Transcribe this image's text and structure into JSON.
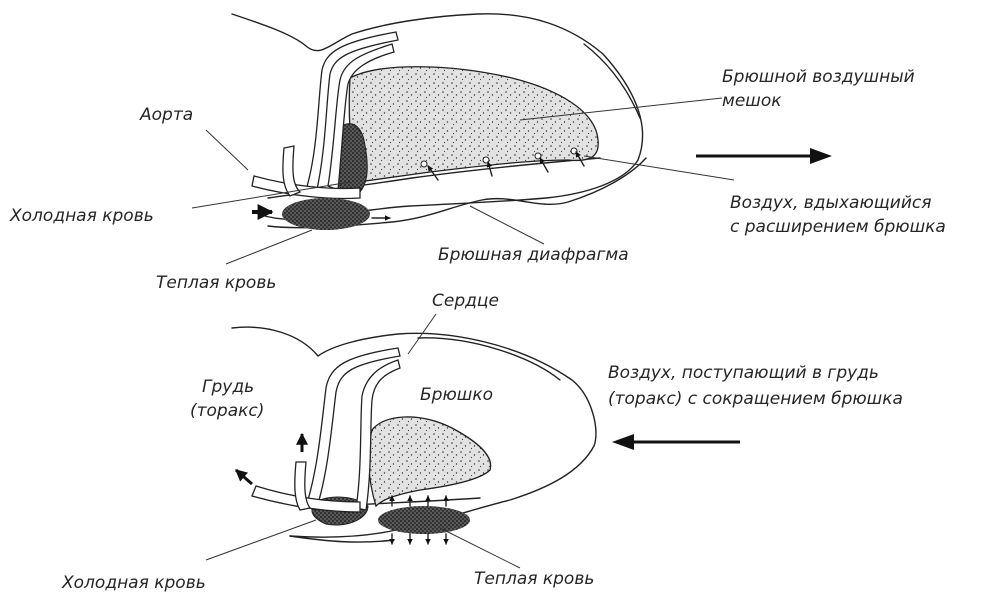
{
  "diagram": {
    "top": {
      "aorta": "Аорта",
      "abdominal_air_sac_line1": "Брюшной воздушный",
      "abdominal_air_sac_line2": "мешок",
      "cold_blood": "Холодная кровь",
      "air_inhaled_line1": "Воздух, вдыхающийся",
      "air_inhaled_line2": "с расширением брюшка",
      "warm_blood": "Теплая кровь",
      "abdominal_diaphragm": "Брюшная диафрагма"
    },
    "bottom": {
      "heart": "Сердце",
      "chest_line1": "Грудь",
      "chest_line2": "(торакс)",
      "abdomen": "Брюшко",
      "air_entering_line1": "Воздух, поступающий в грудь",
      "air_entering_line2": "(торакс) с сокращением брюшка",
      "cold_blood": "Холодная кровь",
      "warm_blood": "Теплая кровь"
    }
  }
}
